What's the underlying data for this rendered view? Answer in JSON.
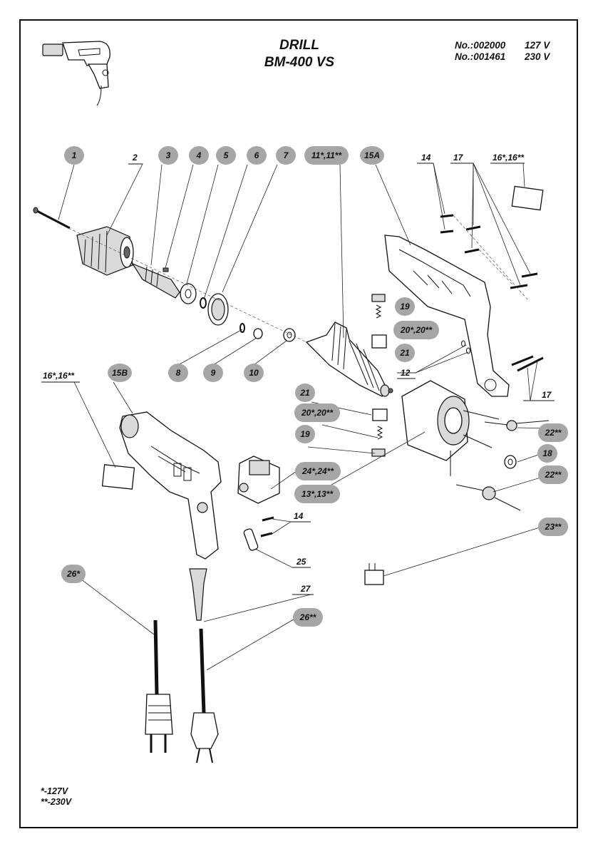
{
  "header": {
    "title_line1": "DRILL",
    "title_line2": "BM-400 VS",
    "models": [
      {
        "number": "No.:002000",
        "voltage": "127 V"
      },
      {
        "number": "No.:001461",
        "voltage": "230 V"
      }
    ]
  },
  "callouts": {
    "c1": "1",
    "c2": "2",
    "c3": "3",
    "c4": "4",
    "c5": "5",
    "c6": "6",
    "c7": "7",
    "c8": "8",
    "c9": "9",
    "c10": "10",
    "c11": "11*,11**",
    "c12": "12",
    "c13": "13*,13**",
    "c14a": "14",
    "c14b": "14",
    "c15a": "15A",
    "c15b": "15B",
    "c16a": "16*,16**",
    "c16b": "16*,16**",
    "c17a": "17",
    "c17b": "17",
    "c18": "18",
    "c19a": "19",
    "c19b": "19",
    "c20a": "20*,20**",
    "c20b": "20*,20**",
    "c21a": "21",
    "c21b": "21",
    "c22a": "22**",
    "c22b": "22**",
    "c23": "23**",
    "c24": "24*,24**",
    "c25": "25",
    "c26a": "26*",
    "c26b": "26**",
    "c27": "27"
  },
  "legend": {
    "line1": "*-127V",
    "line2": "**-230V"
  },
  "colors": {
    "badge": "#a6a6a6",
    "ink": "#111111",
    "border": "#111111"
  }
}
